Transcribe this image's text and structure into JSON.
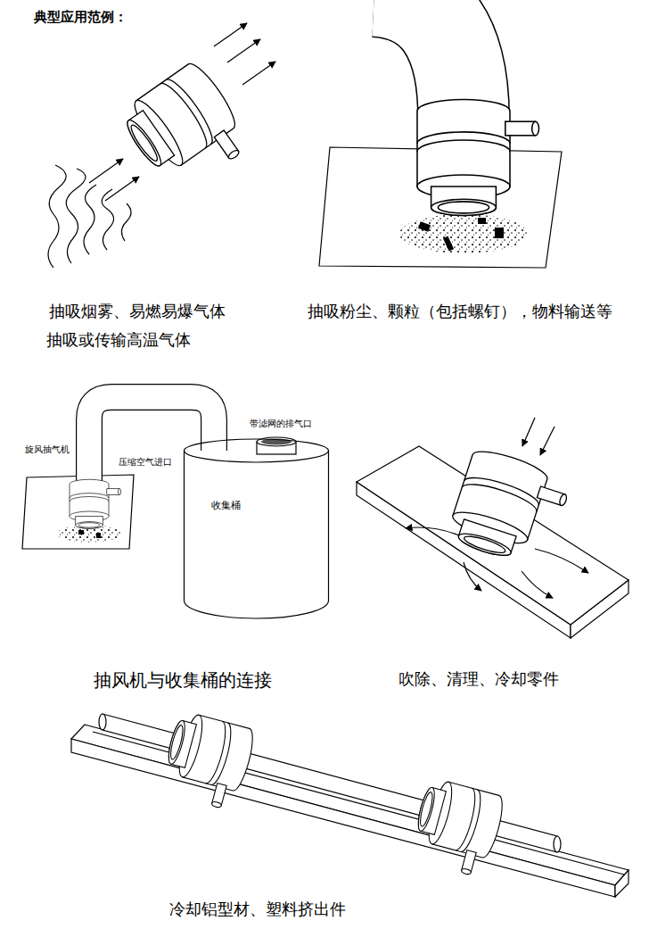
{
  "diagram": {
    "title": "典型应用范例：",
    "nodes": [
      {
        "text": [
          "收集桶"
        ]
      }
    ],
    "labels": [
      "抽吸烟雾、易燃易爆气体",
      "抽吸粉尘、颗粒（包括螺钉），物料输送等",
      "抽吸或传输高温气体",
      "带滤网的排气口",
      "旋风抽气机",
      "压缩空气进口",
      "抽风机与收集桶的连接",
      "吹除、清理、冷却零件",
      "冷却铝型材、塑料挤出件"
    ]
  }
}
